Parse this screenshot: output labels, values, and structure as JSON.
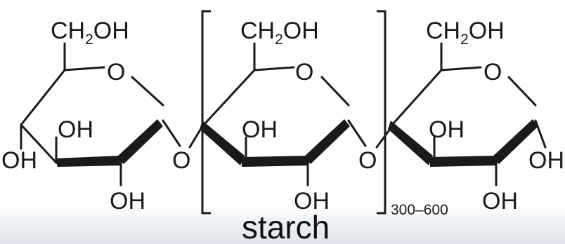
{
  "labels": {
    "ring1": {
      "ch2oh": "CH",
      "sub": "2",
      "oh_suffix": "OH",
      "ring_o": "O",
      "oh_top": "OH",
      "oh_left": "OH",
      "oh_bottom": "OH"
    },
    "link1": "O",
    "ring2": {
      "ch2oh": "CH",
      "sub": "2",
      "oh_suffix": "OH",
      "ring_o": "O",
      "oh_top": "OH",
      "oh_bottom": "OH"
    },
    "link2": "O",
    "ring3": {
      "ch2oh": "CH",
      "sub": "2",
      "oh_suffix": "OH",
      "ring_o": "O",
      "oh_top": "OH",
      "oh_right": "OH",
      "oh_bottom": "OH"
    }
  },
  "repeat_count": "300–600",
  "caption": "starch"
}
